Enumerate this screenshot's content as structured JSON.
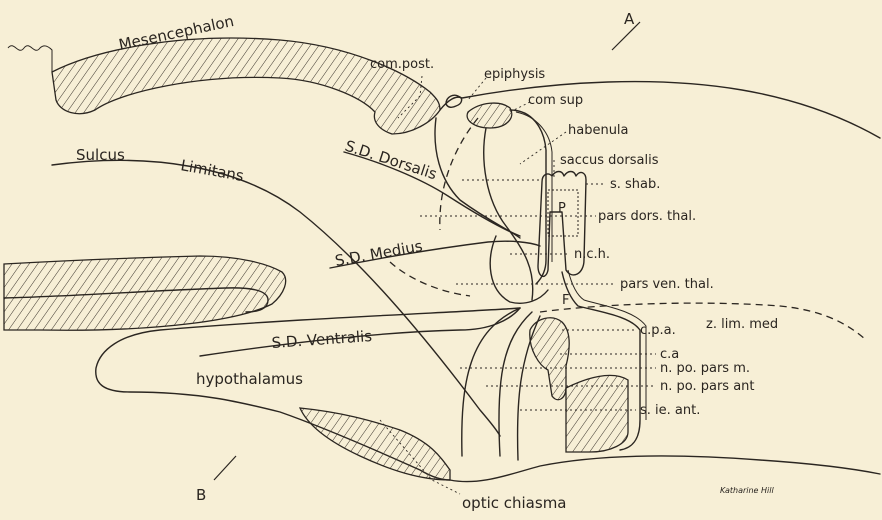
{
  "labels": {
    "mesencephalon": "Mesencephalon",
    "com_post": "com.post.",
    "epiphysis": "epiphysis",
    "com_sup": "com sup",
    "habenula": "habenula",
    "saccus_dorsalis": "saccus dorsalis",
    "s_shab": "s. shab.",
    "p_letter": "P",
    "pars_dors_thal": "pars dors. thal.",
    "n_ch": "n.c.h.",
    "pars_ven_thal": "pars ven. thal.",
    "f_letter": "F",
    "z_lim_med": "z. lim. med",
    "c_p_a": "c.p.a.",
    "c_a": "c.a",
    "n_po_pars_m": "n. po. pars m.",
    "n_po_pars_ant": "n. po. pars ant",
    "s_ie_ant": "s. ie. ant.",
    "sulcus": "Sulcus",
    "limitans": "Limitans",
    "sd_dorsalis": "S.D. Dorsalis",
    "sd_medius": "S.D. Medius",
    "sd_ventralis": "S.D. Ventralis",
    "hypothalamus": "hypothalamus",
    "optic_chiasma": "optic chiasma",
    "a_letter": "A",
    "b_letter": "B",
    "signature": "Katharine Hill"
  }
}
